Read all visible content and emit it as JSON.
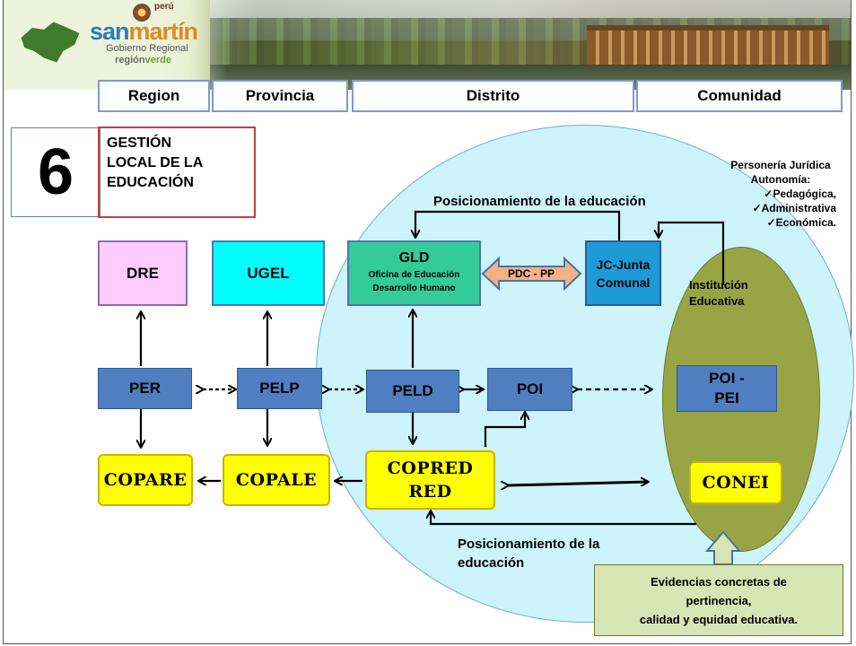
{
  "header": {
    "logo": {
      "peru": "perú",
      "san": "san",
      "martin": "martín",
      "gobierno": "Gobierno Regional",
      "region_prefix": "región",
      "region_suffix": "verde"
    },
    "levels": [
      "Region",
      "Provincia",
      "Distrito",
      "Comunidad"
    ]
  },
  "section": {
    "number": "6",
    "title": "GESTIÓN\nLOCAL DE LA\nEDUCACIÓN"
  },
  "legal": {
    "title": "Personería Jurídica",
    "subtitle": "Autonomía:",
    "items": [
      "Pedagógica,",
      "Administrativa",
      "Económica."
    ]
  },
  "labels": {
    "positioning_top": "Posicionamiento de la educación",
    "positioning_bottom_1": "Posicionamiento de la",
    "positioning_bottom_2": "educación",
    "institucion_1": "Institución",
    "institucion_2": "Educativa"
  },
  "nodes": {
    "dre": "DRE",
    "ugel": "UGEL",
    "gld_title": "GLD",
    "gld_sub1": "Oficina de Educación",
    "gld_sub2": "Desarrollo Humano",
    "pdc": "PDC - PP",
    "jc_1": "JC-Junta",
    "jc_2": "Comunal",
    "per": "PER",
    "pelp": "PELP",
    "peld": "PELD",
    "poi": "POI",
    "poipei_1": "POI -",
    "poipei_2": "PEI",
    "copare": "COPARE",
    "copale": "COPALE",
    "copred_1": "COPRED",
    "copred_2": "RED",
    "conei": "CONEI"
  },
  "evidence": {
    "line1": "Evidencias concretas de",
    "line2": "pertinencia,",
    "line3": "calidad y equidad educativa."
  },
  "colors": {
    "dre": "#ffccff",
    "ugel": "#00ffff",
    "gld": "#33cc99",
    "jc": "#1e9bd7",
    "pdc": "#f5b183",
    "blue_node": "#4f7fc0",
    "yellow_node": "#ffff00",
    "light_ellipse": "#cdf3fb",
    "olive_ellipse": "#97a544",
    "evidence_box": "#d7e4b4",
    "level_border": "#7d9bcc",
    "title_border": "#c2403f"
  }
}
